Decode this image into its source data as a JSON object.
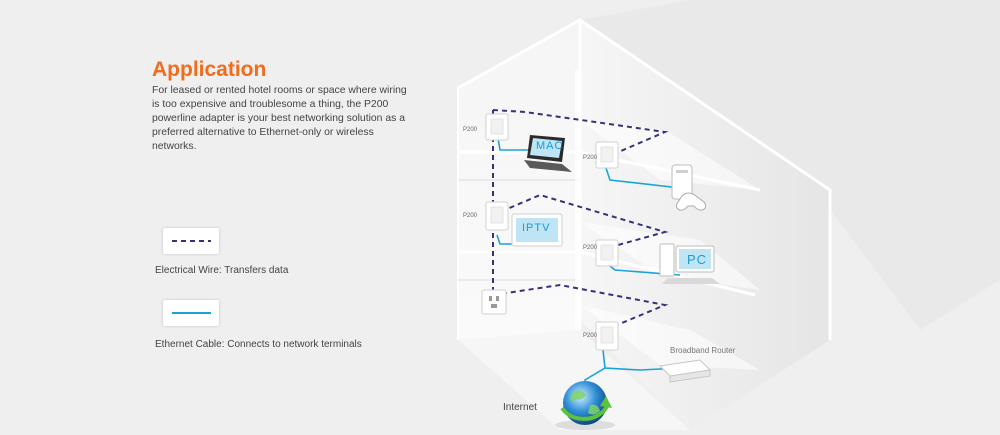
{
  "heading": "Application",
  "description": "For leased or rented hotel rooms or space where wiring is too expensive and troublesome a thing, the P200 powerline adapter is your best networking solution as a preferred alternative to Ethernet-only or wireless networks.",
  "legend": {
    "electrical_label": "Electrical Wire: Transfers data",
    "ethernet_label": "Ethernet Cable: Connects to network terminals"
  },
  "diagram": {
    "adapter_label": "P200",
    "router_label": "Broadband Router",
    "internet_label": "Internet",
    "mac_screen": "MAC",
    "iptv_screen": "IPTV",
    "pc_screen": "PC"
  },
  "colors": {
    "accent": "#f26c1c",
    "electrical_wire": "#34337a",
    "ethernet_cable": "#1aa3d9"
  }
}
